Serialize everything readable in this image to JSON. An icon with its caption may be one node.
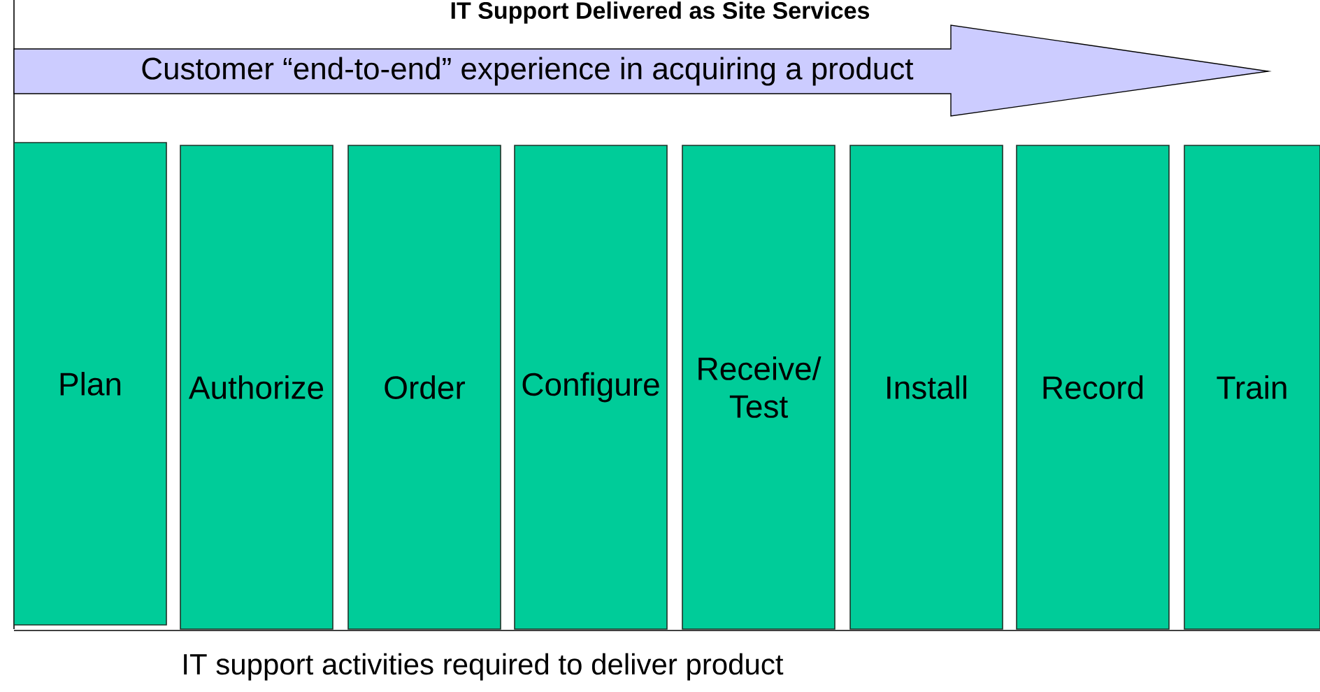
{
  "diagram": {
    "title": "IT Support Delivered as Site Services",
    "caption": "IT support activities required to deliver product",
    "nodes": [
      {
        "text": [
          "Customer “end-to-end” experience in acquiring a product"
        ]
      },
      {
        "text": [
          "Plan"
        ]
      },
      {
        "text": [
          "Authorize"
        ]
      },
      {
        "text": [
          "Order"
        ]
      },
      {
        "text": [
          "Configure"
        ]
      },
      {
        "text": [
          "Receive/ Test"
        ]
      },
      {
        "text": [
          "Install"
        ]
      },
      {
        "text": [
          "Record"
        ]
      },
      {
        "text": [
          "Train"
        ]
      }
    ],
    "edges": []
  }
}
